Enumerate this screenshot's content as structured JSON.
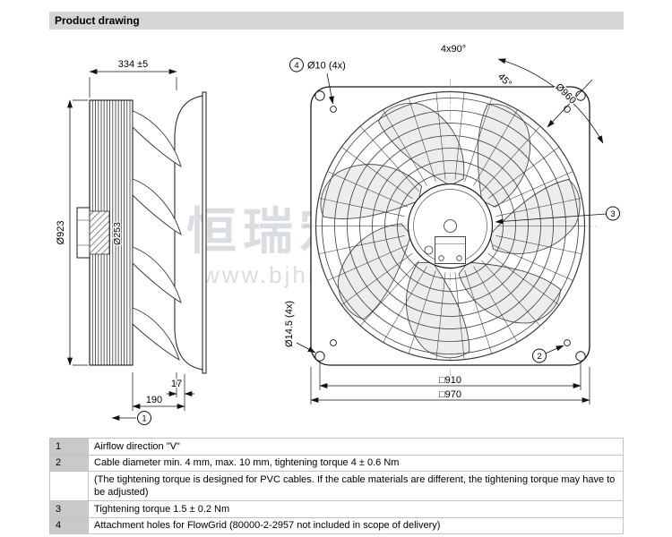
{
  "header": {
    "title": "Product drawing"
  },
  "watermark": {
    "line1": "恒瑞宏",
    "line2": "www.bjhr"
  },
  "side_view": {
    "dim_depth": "334 ±5",
    "dim_diameter": "Ø923",
    "dim_hub_diameter": "Ø253",
    "dim_flange": "17",
    "dim_motor_depth": "190",
    "callout_airflow": "1"
  },
  "front_view": {
    "dim_hole_pattern_angle": "4x90°",
    "dim_corner_angle": "45°",
    "dim_grille_diameter": "Ø960",
    "dim_flowgrid_holes": "Ø10 (4x)",
    "dim_mounting_holes": "Ø14.5 (4x)",
    "dim_hole_square": "□910",
    "dim_plate_square": "□970",
    "callout_cable": "2",
    "callout_torque": "3",
    "callout_flowgrid": "4"
  },
  "notes_table": {
    "rows": [
      {
        "num": "1",
        "text": "Airflow direction \"V\""
      },
      {
        "num": "2",
        "text": "Cable diameter min. 4 mm, max. 10 mm, tightening torque 4 ± 0.6 Nm"
      },
      {
        "num": "",
        "text": "(The tightening torque is designed for PVC cables. If the cable materials are different, the tightening torque may have to be adjusted)"
      },
      {
        "num": "3",
        "text": "Tightening torque 1.5 ± 0.2 Nm"
      },
      {
        "num": "4",
        "text": "Attachment holes for FlowGrid (80000-2-2957 not included in scope of delivery)"
      }
    ]
  }
}
